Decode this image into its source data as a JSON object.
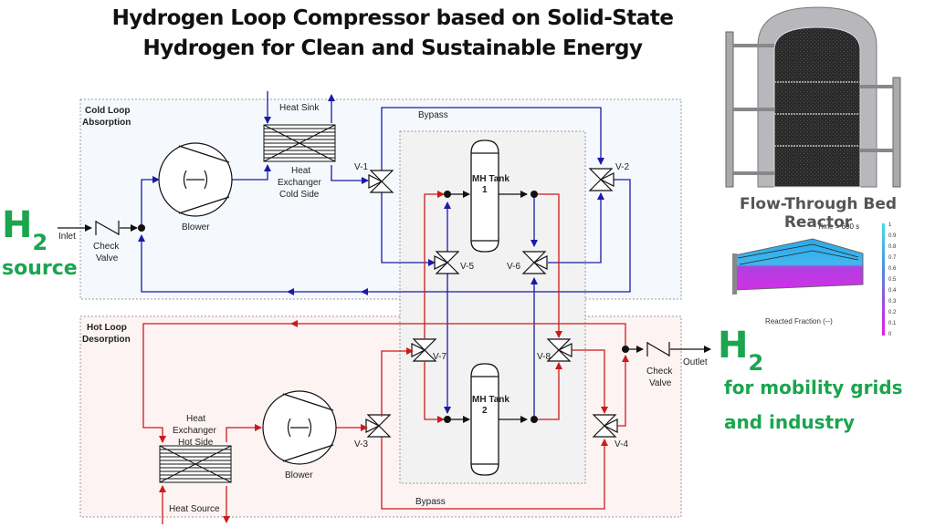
{
  "title": {
    "line1": "Hydrogen Loop Compressor based on Solid-State",
    "line2": "Hydrogen for Clean and Sustainable Energy"
  },
  "source": {
    "h": "H",
    "sub": "2",
    "label": "source"
  },
  "destination": {
    "h": "H",
    "sub": "2",
    "line1": "for mobility grids",
    "line2": "and industry"
  },
  "colors": {
    "cold": "#1a1aa8",
    "hot": "#cc1a1a",
    "green": "#1aa54e"
  },
  "cold_loop": {
    "title1": "Cold Loop",
    "title2": "Absorption",
    "inlet": "Inlet",
    "check_valve1": "Check",
    "check_valve2": "Valve",
    "blower": "Blower",
    "heat_sink": "Heat Sink",
    "hx1": "Heat",
    "hx2": "Exchanger",
    "hx3": "Cold Side",
    "bypass": "Bypass",
    "v1": "V-1",
    "v2": "V-2",
    "v5": "V-5",
    "v6": "V-6"
  },
  "tanks": {
    "t1a": "MH Tank",
    "t1b": "1",
    "t2a": "MH Tank",
    "t2b": "2"
  },
  "hot_loop": {
    "title1": "Hot Loop",
    "title2": "Desorption",
    "hx1": "Heat",
    "hx2": "Exchanger",
    "hx3": "Hot Side",
    "heat_source": "Heat Source",
    "blower": "Blower",
    "bypass": "Bypass",
    "outlet": "Outlet",
    "check_valve1": "Check",
    "check_valve2": "Valve",
    "v3": "V-3",
    "v4": "V-4",
    "v7": "V-7",
    "v8": "V-8"
  },
  "reactor": {
    "title": "Flow-Through Bed Reactor",
    "time": "Time = 600 s",
    "colorbar_label": "Reacted Fraction (--)",
    "colorbar_ticks": [
      "1",
      "0.9",
      "0.8",
      "0.7",
      "0.6",
      "0.5",
      "0.4",
      "0.3",
      "0.2",
      "0.1",
      "0"
    ]
  }
}
